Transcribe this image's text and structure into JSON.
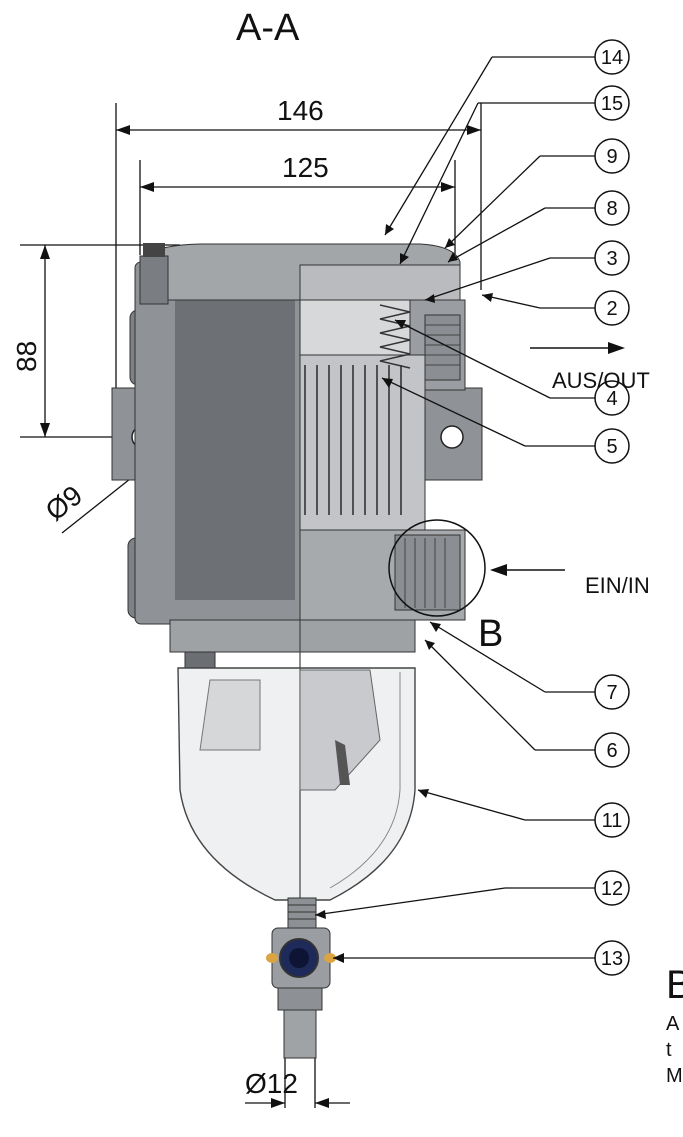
{
  "section_title": "A-A",
  "dimensions": {
    "overall_width": "146",
    "mount_width": "125",
    "height": "88",
    "hole_diameter": "Ø9",
    "drain_diameter": "Ø12"
  },
  "flow": {
    "outlet": "AUS/OUT",
    "inlet": "EIN/IN"
  },
  "detail_marker": "B",
  "callouts": [
    "14",
    "15",
    "9",
    "8",
    "3",
    "2",
    "4",
    "5",
    "7",
    "6",
    "11",
    "12",
    "13"
  ],
  "cut_off_text": {
    "heading": "B",
    "line1": "A",
    "line2": "t",
    "line3": "M"
  },
  "colors": {
    "housing": "#8f9296",
    "housing_dark": "#5d6064",
    "housing_light": "#c9cbce",
    "bowl": "#eef0f1",
    "brass": "#d9a441",
    "lines": "#111111"
  }
}
